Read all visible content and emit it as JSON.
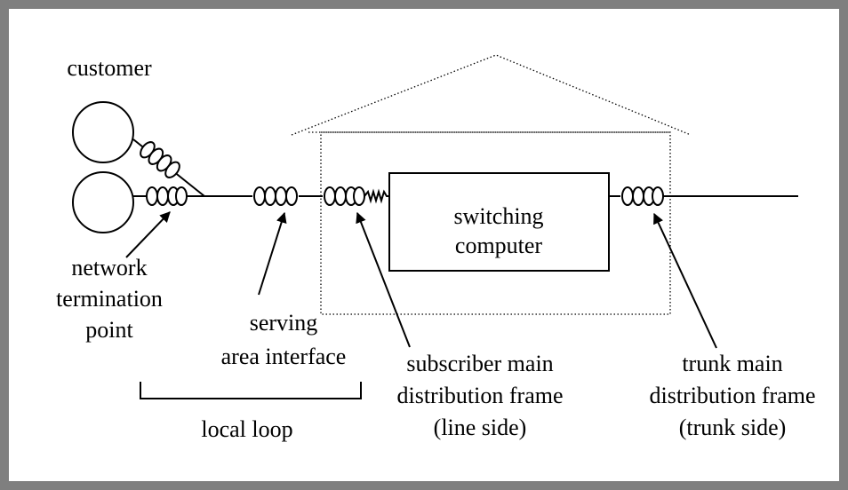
{
  "colors": {
    "frame": "#7f7f7f",
    "ink": "#000000"
  },
  "labels": {
    "customer": "customer",
    "ntp": [
      "network",
      "termination",
      "point"
    ],
    "sai": [
      "serving",
      "area interface"
    ],
    "switching": [
      "switching",
      "computer"
    ],
    "smdf": [
      "subscriber main",
      "distribution frame",
      "(line side)"
    ],
    "tmdf": [
      "trunk main",
      "distribution frame",
      "(trunk side)"
    ],
    "local_loop": "local loop"
  }
}
